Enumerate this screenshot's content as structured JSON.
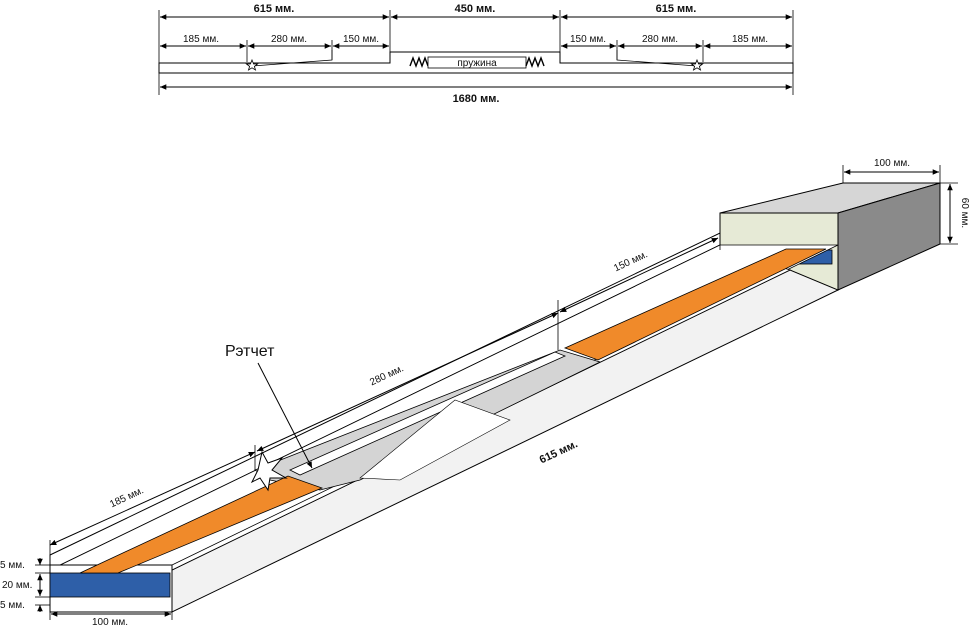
{
  "top_plan": {
    "left_section_label": "615 мм.",
    "middle_section_label": "450 мм.",
    "right_section_label": "615 мм.",
    "left_sub_labels": [
      "185 мм.",
      "280 мм.",
      "150 мм."
    ],
    "right_sub_labels": [
      "150 мм.",
      "280 мм.",
      "185 мм."
    ],
    "spring_label": "пружина",
    "total_label": "1680 мм."
  },
  "iso_view": {
    "end_width_label": "100 мм.",
    "end_height_label": "60 мм.",
    "top_150_label": "150 мм.",
    "top_280_label": "280 мм.",
    "top_185_label": "185 мм.",
    "ratchet_label": "Рэтчет",
    "length_label": "615 мм.",
    "front_top_gap_label": "5 мм.",
    "front_height_label": "20 мм.",
    "front_bottom_gap_label": "5 мм.",
    "front_width_label": "100 мм."
  },
  "colors": {
    "strap_orange": "#f08a2a",
    "channel_blue": "#2e5fa8",
    "block_front": "#e6ead6",
    "block_top": "#d6d6d6",
    "block_side": "#8a8a8a",
    "plate_gray": "#d4d4d4"
  }
}
